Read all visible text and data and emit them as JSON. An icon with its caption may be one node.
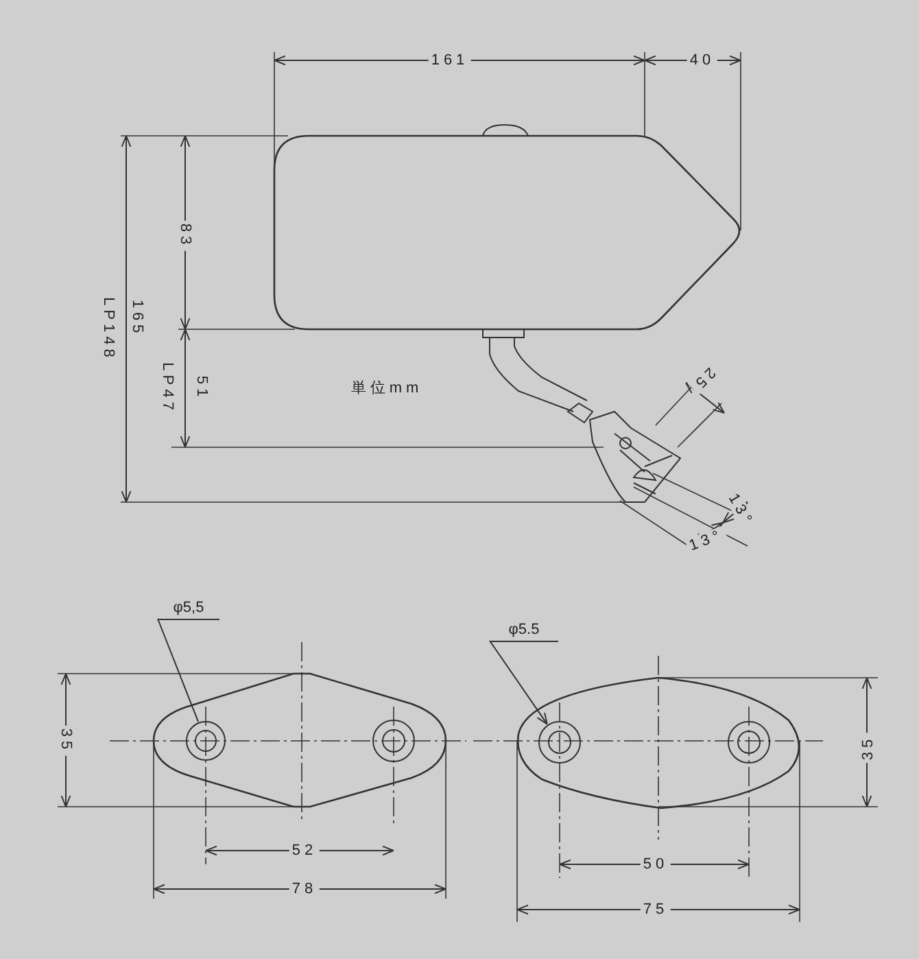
{
  "diagram": {
    "nodes": [
      {
        "text": [
          "φ5,5"
        ]
      },
      {
        "text": [],
        "shape": "circle"
      },
      {
        "text": [
          "φ5.5"
        ]
      },
      {
        "text": [],
        "shape": "circle"
      }
    ],
    "edges": [
      {
        "from": 0,
        "to": 1,
        "arrow": "none"
      },
      {
        "from": 2,
        "to": 3,
        "arrow": "to"
      }
    ],
    "labels": [
      "161",
      "40",
      "83",
      "165",
      "LP148",
      "51",
      "LP47",
      "単位mm",
      "25",
      "13°",
      "13°",
      "35",
      "52",
      "78",
      "35",
      "50",
      "75"
    ]
  }
}
